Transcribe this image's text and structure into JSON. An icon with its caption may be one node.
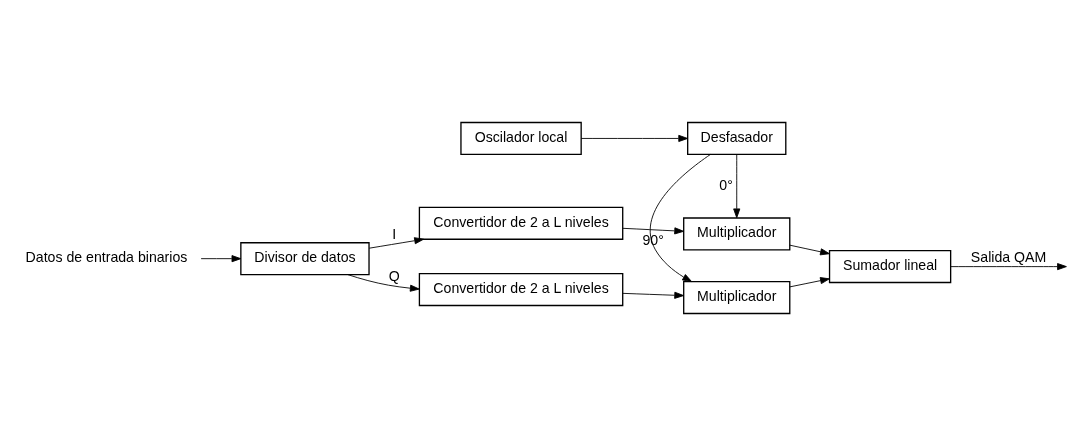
{
  "diagram": {
    "nodes": [
      {
        "text": [
          "Datos de entrada binarios"
        ]
      },
      {
        "text": [
          "Convertidor de 2 a L niveles"
        ]
      },
      {
        "text": [
          "Multiplicador"
        ]
      },
      {
        "text": [
          "Divisor de datos"
        ]
      },
      {
        "text": [
          "Oscilador local"
        ]
      },
      {
        "text": [
          "Desfasador"
        ]
      },
      {
        "text": [
          "Sumador lineal"
        ]
      },
      {
        "text": [
          "Convertidor de 2 a L niveles"
        ]
      },
      {
        "text": [
          "Multiplicador"
        ]
      }
    ],
    "edges": [
      {
        "from": 0,
        "to": 3,
        "arrow": "to"
      },
      {
        "from": 3,
        "to": 1,
        "arrow": "to",
        "label": "I"
      },
      {
        "from": 3,
        "to": 7,
        "arrow": "to",
        "label": "Q"
      },
      {
        "from": 1,
        "to": 2,
        "arrow": "to"
      },
      {
        "from": 7,
        "to": 8,
        "arrow": "to"
      },
      {
        "from": 4,
        "to": 5,
        "arrow": "to"
      },
      {
        "from": 5,
        "to": 2,
        "arrow": "to",
        "label": "0°"
      },
      {
        "from": 5,
        "to": 8,
        "arrow": "to",
        "label": "90°"
      },
      {
        "from": 2,
        "to": 6,
        "arrow": "to"
      },
      {
        "from": 8,
        "to": 6,
        "arrow": "to"
      },
      {
        "from": 6,
        "to": null,
        "arrow": "to",
        "label": "Salida QAM"
      }
    ]
  }
}
